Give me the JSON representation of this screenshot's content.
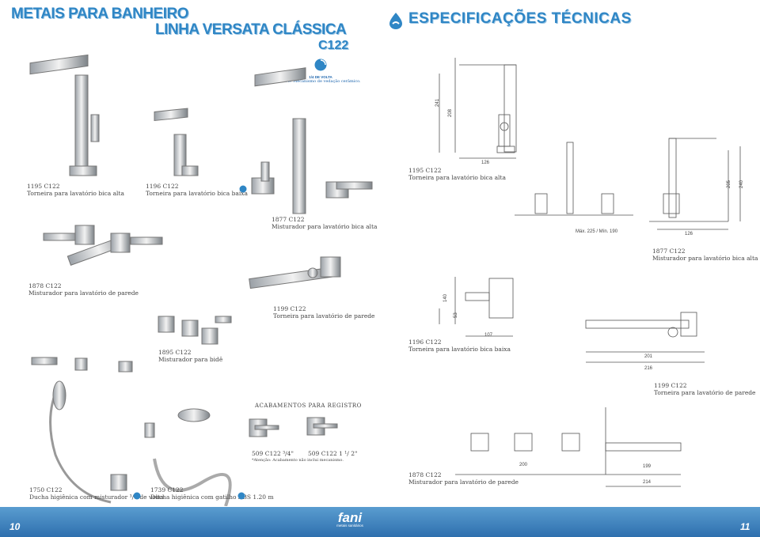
{
  "header": {
    "title_line1": "METAIS PARA BANHEIRO",
    "title_line2": "LINHA VERSATA CLÁSSICA",
    "title_line3": "C122",
    "right_title": "ESPECIFICAÇÕES TÉCNICAS"
  },
  "badge": {
    "line1": "1/4 DE VOLTA",
    "line2": "MVC: Mecanismo de vedação cerâmico."
  },
  "left_captions": [
    {
      "code": "1195 C122",
      "desc": "Torneira para lavatório bica alta"
    },
    {
      "code": "1196 C122",
      "desc": "Torneira para lavatório bica baixa"
    },
    {
      "code": "1877 C122",
      "desc": "Misturador para lavatório bica alta"
    },
    {
      "code": "1878 C122",
      "desc": "Misturador para lavatório de parede"
    },
    {
      "code": "1199 C122",
      "desc": "Torneira para lavatório de parede"
    },
    {
      "code": "1895 C122",
      "desc": "Misturador para bidê"
    },
    {
      "code": "1750 C122",
      "desc": "Ducha higiênica com misturador ³/4 de volta"
    },
    {
      "code": "1739 C122",
      "desc": "Ducha higiênica com gatilho ABS 1.20 m"
    }
  ],
  "registro": {
    "title": "ACABAMENTOS PARA REGISTRO",
    "item1": "509 C122 ³/4\"",
    "item2": "509 C122 1 ¹/ 2\"",
    "note": "*Atenção: Acabamento não inclui mecanismo."
  },
  "right_captions": [
    {
      "code": "1195 C122",
      "desc": "Torneira para lavatório bica alta"
    },
    {
      "code": "1877 C122",
      "desc": "Misturador para lavatório bica alta"
    },
    {
      "code": "1196 C122",
      "desc": "Torneira para lavatório bica baixa"
    },
    {
      "code": "1199 C122",
      "desc": "Torneira para lavatório de parede"
    },
    {
      "code": "1878 C122",
      "desc": "Misturador para lavatório de parede"
    }
  ],
  "dimensions": {
    "d241": "241",
    "d208": "208",
    "d126a": "126",
    "d205": "205",
    "d240": "240",
    "range": "Máx. 225 / Mín. 190",
    "d126b": "126",
    "d140": "140",
    "d53": "53",
    "d107": "107",
    "d201": "201",
    "d216": "216",
    "d200": "200",
    "d199": "199",
    "d214": "214"
  },
  "footer": {
    "page_left": "10",
    "page_right": "11",
    "brand": "fani",
    "brand_sub": "metais sanitários"
  }
}
